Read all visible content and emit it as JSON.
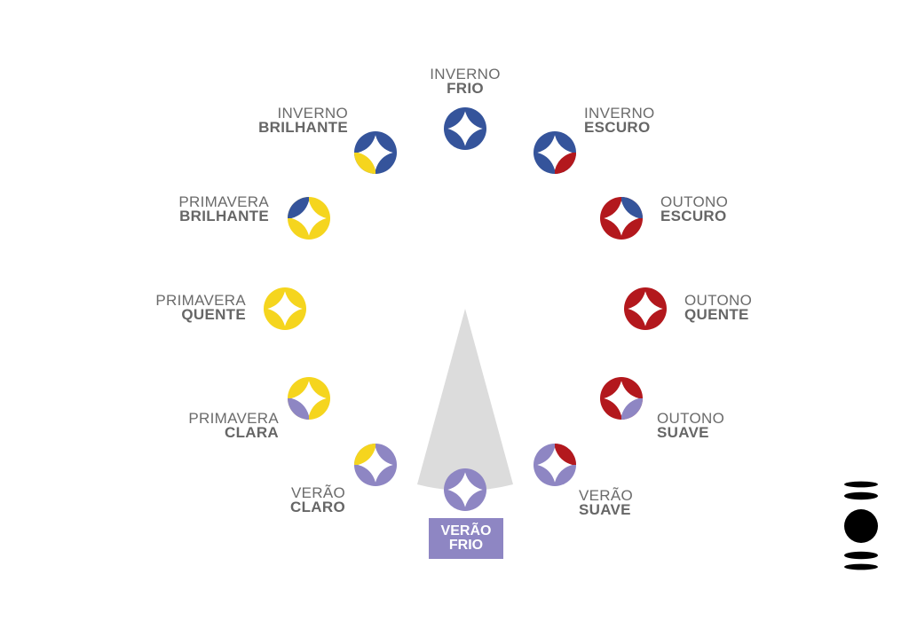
{
  "colors": {
    "winter": "#35549b",
    "spring": "#f5d51e",
    "summer": "#8e86c3",
    "autumn": "#b3181d",
    "beam": "#dcdcdc",
    "text": "#6b6b6b"
  },
  "seasons": [
    {
      "id": "inverno-frio",
      "line1": "INVERNO",
      "line2": "FRIO",
      "primary": "winter",
      "secondary": "winter",
      "accent": "none"
    },
    {
      "id": "inverno-escuro",
      "line1": "INVERNO",
      "line2": "ESCURO",
      "primary": "winter",
      "secondary": "autumn",
      "accent": "bottom-right"
    },
    {
      "id": "outono-escuro",
      "line1": "OUTONO",
      "line2": "ESCURO",
      "primary": "autumn",
      "secondary": "winter",
      "accent": "top-right"
    },
    {
      "id": "outono-quente",
      "line1": "OUTONO",
      "line2": "QUENTE",
      "primary": "autumn",
      "secondary": "autumn",
      "accent": "none"
    },
    {
      "id": "outono-suave",
      "line1": "OUTONO",
      "line2": "SUAVE",
      "primary": "autumn",
      "secondary": "summer",
      "accent": "bottom-right"
    },
    {
      "id": "verao-suave",
      "line1": "VERÃO",
      "line2": "SUAVE",
      "primary": "summer",
      "secondary": "autumn",
      "accent": "top-right"
    },
    {
      "id": "verao-frio",
      "line1": "VERÃO",
      "line2": "FRIO",
      "primary": "summer",
      "secondary": "summer",
      "accent": "none",
      "selected": true
    },
    {
      "id": "verao-claro",
      "line1": "VERÃO",
      "line2": "CLARO",
      "primary": "summer",
      "secondary": "spring",
      "accent": "top-left"
    },
    {
      "id": "primavera-clara",
      "line1": "PRIMAVERA",
      "line2": "CLARA",
      "primary": "spring",
      "secondary": "summer",
      "accent": "bottom-left"
    },
    {
      "id": "primavera-quente",
      "line1": "PRIMAVERA",
      "line2": "QUENTE",
      "primary": "spring",
      "secondary": "spring",
      "accent": "none"
    },
    {
      "id": "primavera-brilhante",
      "line1": "PRIMAVERA",
      "line2": "BRILHANTE",
      "primary": "spring",
      "secondary": "winter",
      "accent": "top-left"
    },
    {
      "id": "inverno-brilhante",
      "line1": "INVERNO",
      "line2": "BRILHANTE",
      "primary": "winter",
      "secondary": "spring",
      "accent": "bottom-left"
    }
  ],
  "selected_label": {
    "line1": "VERÃO",
    "line2": "FRIO"
  },
  "logo_icon": "stacked-discs-logo-icon"
}
